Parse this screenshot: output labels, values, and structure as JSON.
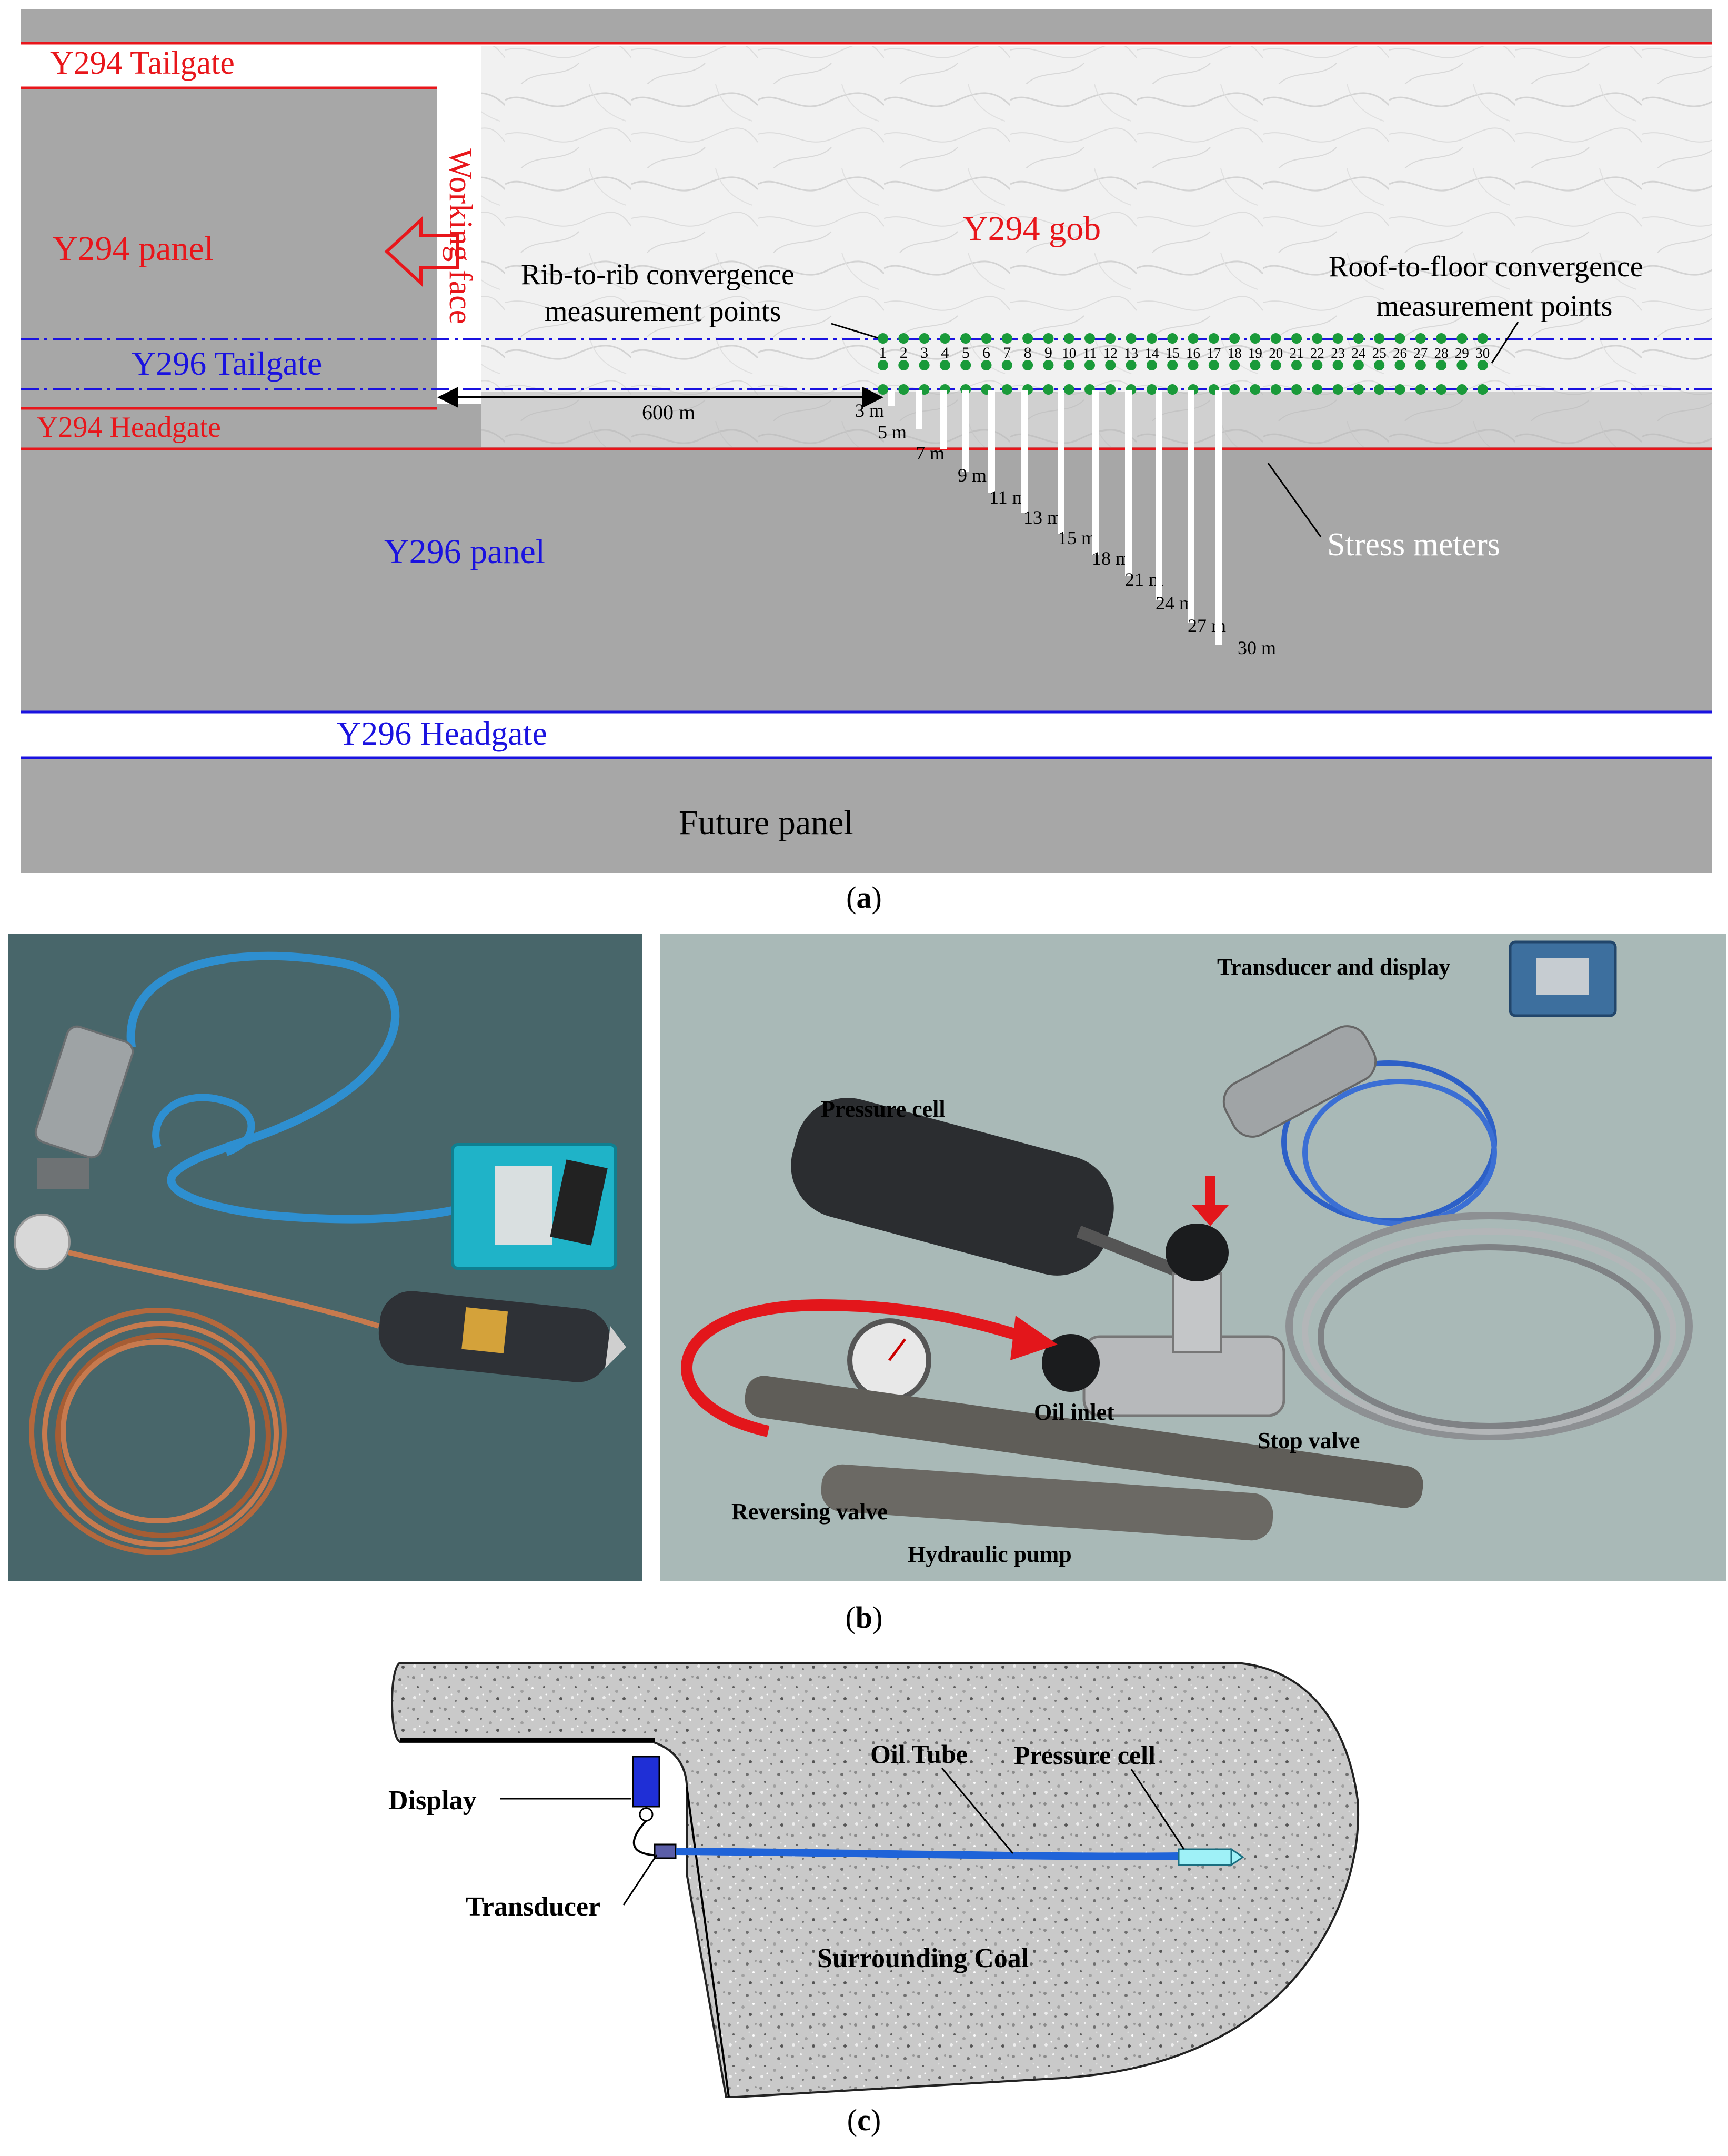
{
  "panel_a": {
    "caption_letter": "a",
    "labels": {
      "y294_tailgate": "Y294 Tailgate",
      "y294_panel": "Y294 panel",
      "working_face": "Working face",
      "y294_gob": "Y294 gob",
      "y296_tailgate": "Y296 Tailgate",
      "y294_headgate": "Y294 Headgate",
      "y296_panel": "Y296 panel",
      "y296_headgate": "Y296 Headgate",
      "future_panel": "Future panel",
      "rib_line1": "Rib-to-rib convergence",
      "rib_line2": "measurement points",
      "roof_line1": "Roof-to-floor convergence",
      "roof_line2": "measurement points",
      "stress_meters": "Stress meters",
      "distance_600": "600 m"
    },
    "point_numbers": [
      "1",
      "2",
      "3",
      "4",
      "5",
      "6",
      "7",
      "8",
      "9",
      "10",
      "11",
      "12",
      "13",
      "14",
      "15",
      "16",
      "17",
      "18",
      "19",
      "20",
      "21",
      "22",
      "23",
      "24",
      "25",
      "26",
      "27",
      "28",
      "29",
      "30"
    ],
    "stress_depths": [
      "3 m",
      "5 m",
      "7 m",
      "9 m",
      "11 m",
      "13 m",
      "15 m",
      "18 m",
      "21 m",
      "24 m",
      "27 m",
      "30 m"
    ],
    "colors": {
      "red": "#e8161b",
      "blue": "#1a12e0",
      "green": "#1a9a3a",
      "grey": "#a7a7a7"
    }
  },
  "panel_b": {
    "caption_letter": "b",
    "labels": {
      "transducer_display": "Transducer and display",
      "pressure_cell": "Pressure cell",
      "oil_inlet": "Oil inlet",
      "stop_valve": "Stop valve",
      "reversing_valve": "Reversing valve",
      "hydraulic_pump": "Hydraulic pump"
    }
  },
  "panel_c": {
    "caption_letter": "c",
    "labels": {
      "display": "Display",
      "transducer": "Transducer",
      "oil_tube": "Oil Tube",
      "pressure_cell": "Pressure cell",
      "surrounding_coal": "Surrounding Coal"
    }
  }
}
